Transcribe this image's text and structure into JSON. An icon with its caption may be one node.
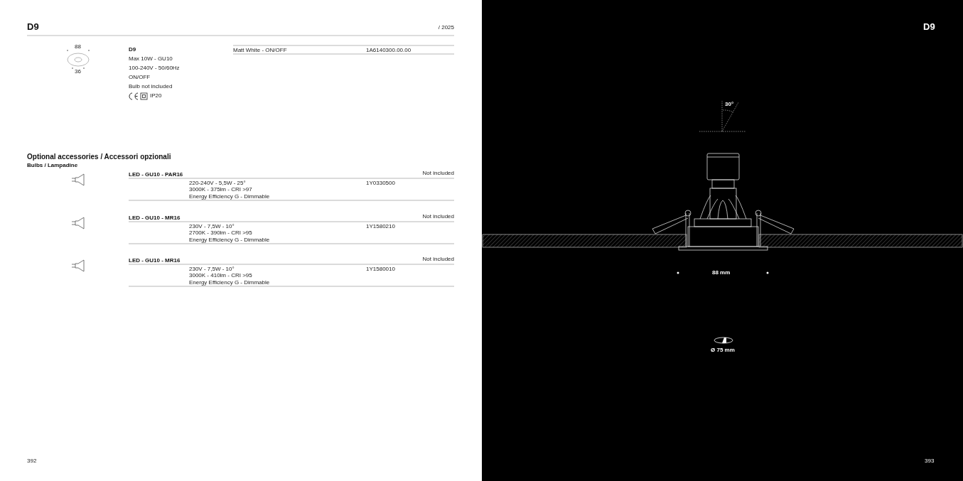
{
  "diagram": {
    "labels": [
      "D9",
      "/ 2025",
      "88",
      "36",
      "D9",
      "Max 10W - GU10",
      "100-240V - 50/60Hz",
      "ON/OFF",
      "Bulb not included",
      "IP20",
      "Matt White - ON/OFF",
      "1A6140300.00.00",
      "Optional accessories / Accessori opzionali",
      "Bulbs / Lampadine",
      "LED - GU10 - PAR16",
      "Not included",
      "220-240V - 5,5W - 25°",
      "1Y0330500",
      "3000K - 375lm - CRI >97",
      "Energy Efficiency G - Dimmable",
      "LED - GU10 - MR16",
      "Not included",
      "230V - 7,5W - 10°",
      "1Y1580210",
      "2700K - 390lm - CRI >95",
      "Energy Efficiency G - Dimmable",
      "LED - GU10 - MR16",
      "Not included",
      "230V - 7,5W - 10°",
      "1Y1580010",
      "3000K - 410lm - CRI >95",
      "Energy Efficiency G - Dimmable",
      "392",
      "D9",
      "30°",
      "88 mm",
      "Ø 75 mm",
      "393"
    ]
  }
}
